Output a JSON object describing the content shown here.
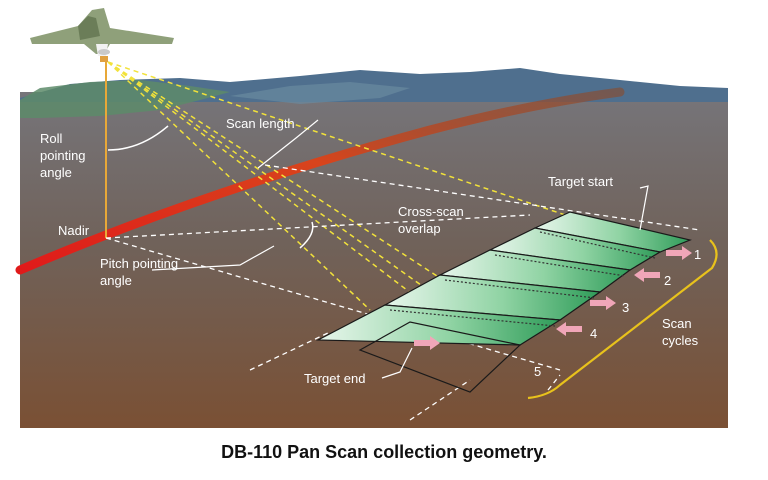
{
  "labels": {
    "roll": [
      "Roll",
      "pointing",
      "angle"
    ],
    "scan_length": "Scan length",
    "nadir": "Nadir",
    "pitch": [
      "Pitch pointing",
      "angle"
    ],
    "target_start": "Target start",
    "cross_scan": [
      "Cross-scan",
      "overlap"
    ],
    "target_end": "Target end",
    "scan_cycles": [
      "Scan",
      "cycles"
    ]
  },
  "scan_numbers": [
    "1",
    "2",
    "3",
    "4",
    "5"
  ],
  "caption": "DB-110 Pan Scan collection geometry.",
  "colors": {
    "sky": "#4e6f8e",
    "ground_top": "#6f6a68",
    "ground_bottom": "#7a5034",
    "flight_path": "#d9261a",
    "scan_fill": "#47b36a",
    "sight_lines": "#f2e23a",
    "scan_arrows": "#f0a6b8",
    "bracket": "#e8c21c"
  }
}
